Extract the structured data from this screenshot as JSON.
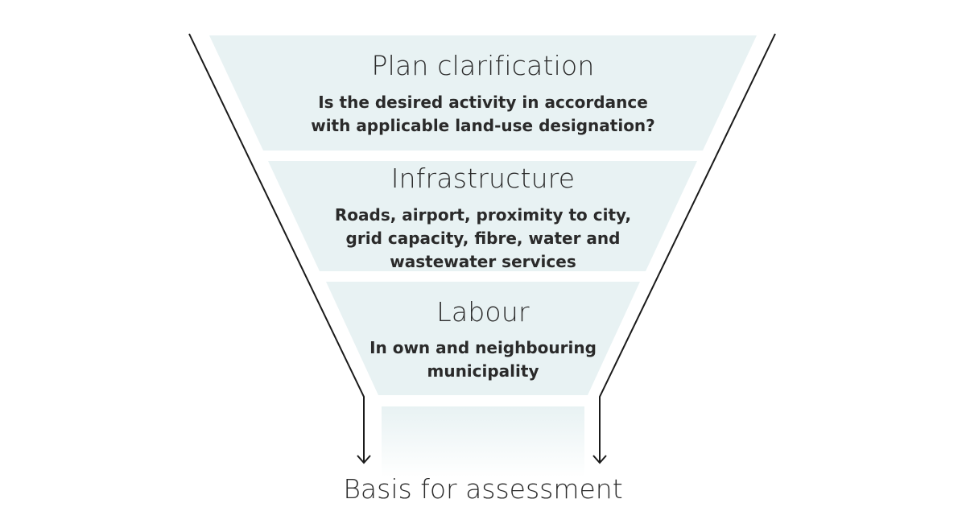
{
  "colors": {
    "band_fill": "#e8f2f3",
    "line": "#1a1a1a",
    "text": "#2b2b2b"
  },
  "stages": [
    {
      "title": "Plan clarification",
      "lines": [
        "Is the desired activity in accordance",
        "with applicable land-use designation?"
      ]
    },
    {
      "title": "Infrastructure",
      "lines": [
        "Roads, airport, proximity to city,",
        "grid capacity, fibre, water and",
        "wastewater services"
      ]
    },
    {
      "title": "Labour",
      "lines": [
        "In own and neighbouring",
        "municipality"
      ]
    }
  ],
  "outcome": "Basis for assessment",
  "icons": [
    "arrow-down-icon",
    "arrow-down-icon"
  ]
}
